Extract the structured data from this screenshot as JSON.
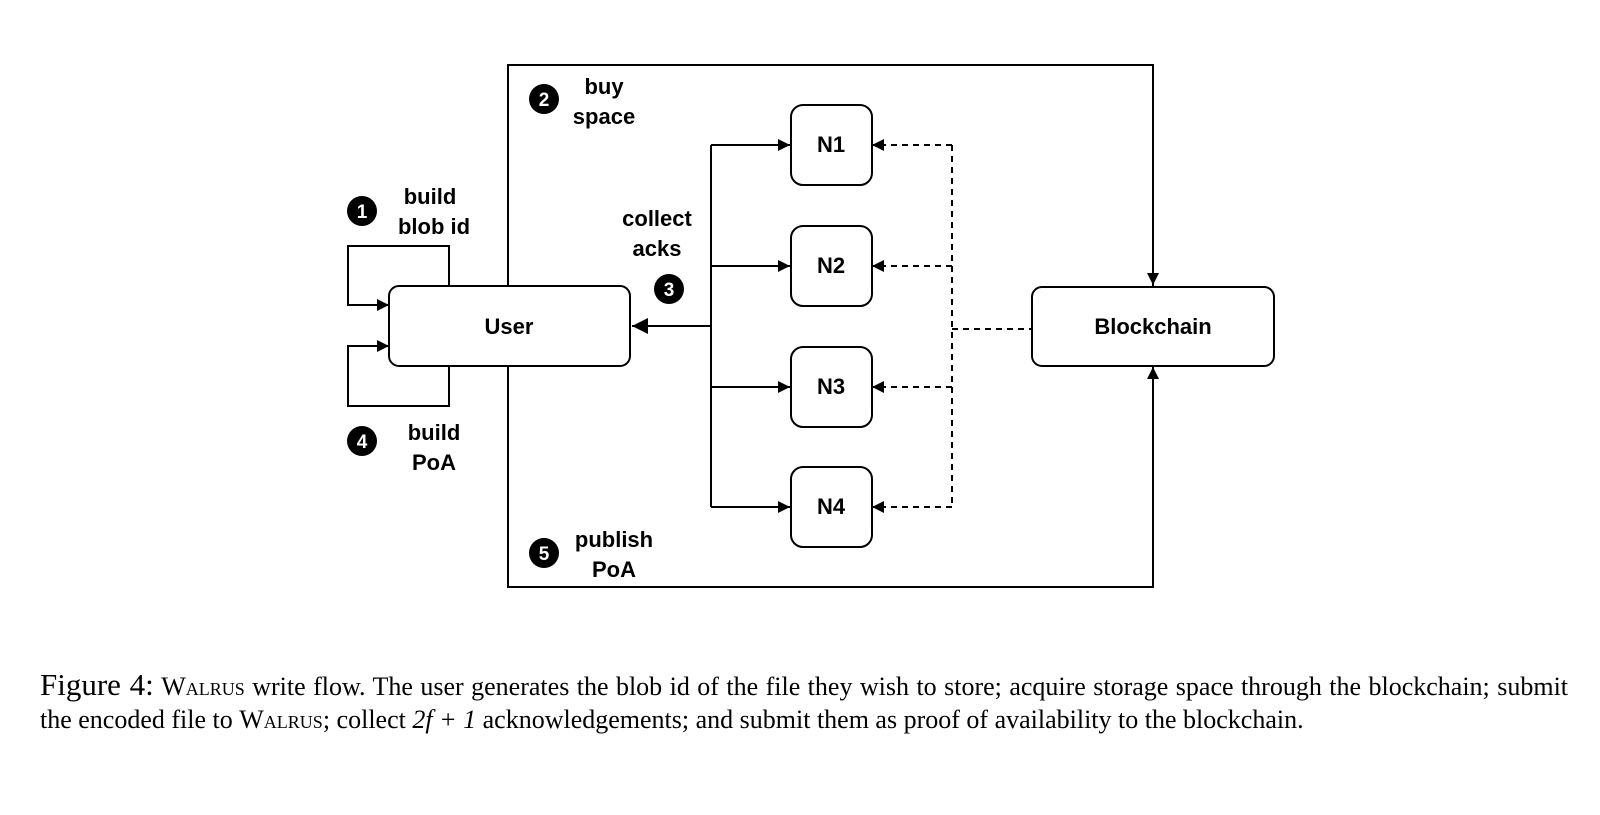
{
  "nodes": {
    "user": "User",
    "blockchain": "Blockchain",
    "n1": "N1",
    "n2": "N2",
    "n3": "N3",
    "n4": "N4"
  },
  "steps": [
    {
      "num": "1",
      "line1": "build",
      "line2": "blob id"
    },
    {
      "num": "2",
      "line1": "buy",
      "line2": "space"
    },
    {
      "num": "3",
      "line1": "collect",
      "line2": "acks"
    },
    {
      "num": "4",
      "line1": "build",
      "line2": "PoA"
    },
    {
      "num": "5",
      "line1": "publish",
      "line2": "PoA"
    }
  ],
  "caption": {
    "label": "Figure 4:",
    "brand": "Walrus",
    "part1": "write flow. The user generates the blob id of the file they wish to store; acquire storage space through the blockchain; submit the encoded file to",
    "part2": "; collect",
    "math": "2f + 1",
    "part3": "acknowledgements; and submit them as proof of availability to the blockchain."
  }
}
